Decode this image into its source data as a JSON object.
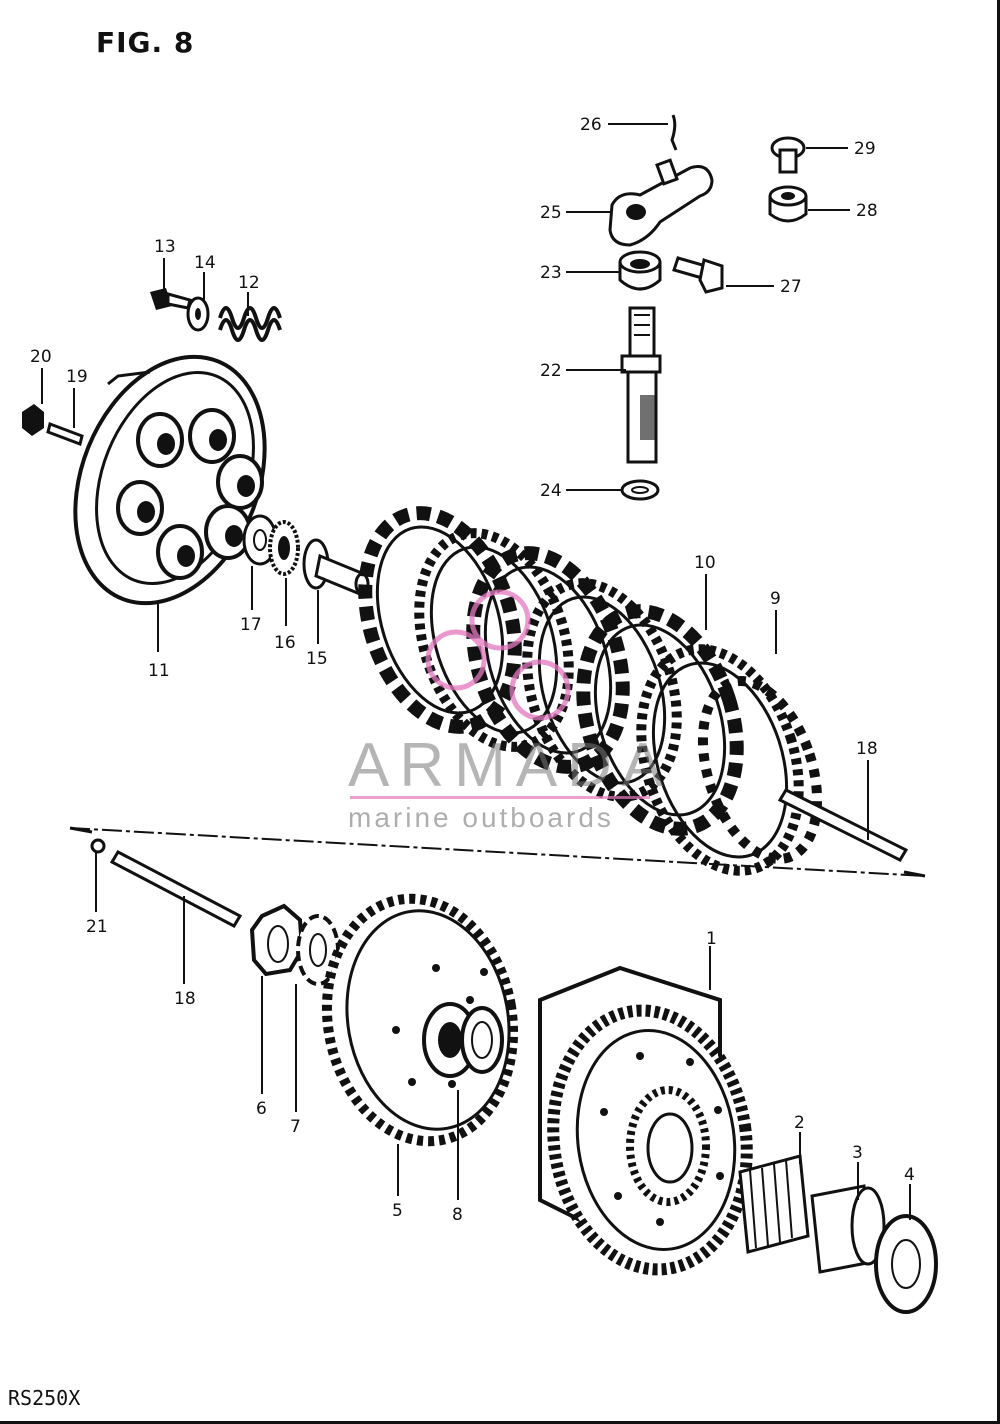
{
  "figure": {
    "title": "FIG. 8",
    "model": "RS250X"
  },
  "watermark": {
    "brand": "ARMADA",
    "tagline": "marine outboards",
    "accent_color": "#e278be"
  },
  "callouts": [
    {
      "id": "1",
      "part": "clutch-housing"
    },
    {
      "id": "2",
      "part": "needle-bearing"
    },
    {
      "id": "3",
      "part": "spacer"
    },
    {
      "id": "4",
      "part": "thrust-washer"
    },
    {
      "id": "5",
      "part": "clutch-sleeve-hub"
    },
    {
      "id": "6",
      "part": "nut"
    },
    {
      "id": "7",
      "part": "lock-washer"
    },
    {
      "id": "8",
      "part": "washer"
    },
    {
      "id": "9",
      "part": "drive-plate"
    },
    {
      "id": "10",
      "part": "driven-plate"
    },
    {
      "id": "11",
      "part": "pressure-plate"
    },
    {
      "id": "12",
      "part": "clutch-spring"
    },
    {
      "id": "13",
      "part": "bolt"
    },
    {
      "id": "14",
      "part": "washer"
    },
    {
      "id": "15",
      "part": "push-piece"
    },
    {
      "id": "16",
      "part": "thrust-bearing"
    },
    {
      "id": "17",
      "part": "washer"
    },
    {
      "id": "18",
      "part": "push-rod"
    },
    {
      "id": "19",
      "part": "adjuster-screw"
    },
    {
      "id": "20",
      "part": "nut"
    },
    {
      "id": "21",
      "part": "ball"
    },
    {
      "id": "22",
      "part": "release-shaft"
    },
    {
      "id": "23",
      "part": "oil-seal"
    },
    {
      "id": "24",
      "part": "washer"
    },
    {
      "id": "25",
      "part": "release-lever"
    },
    {
      "id": "26",
      "part": "cotter-pin"
    },
    {
      "id": "27",
      "part": "bolt"
    },
    {
      "id": "28",
      "part": "cushion"
    },
    {
      "id": "29",
      "part": "screw"
    }
  ]
}
